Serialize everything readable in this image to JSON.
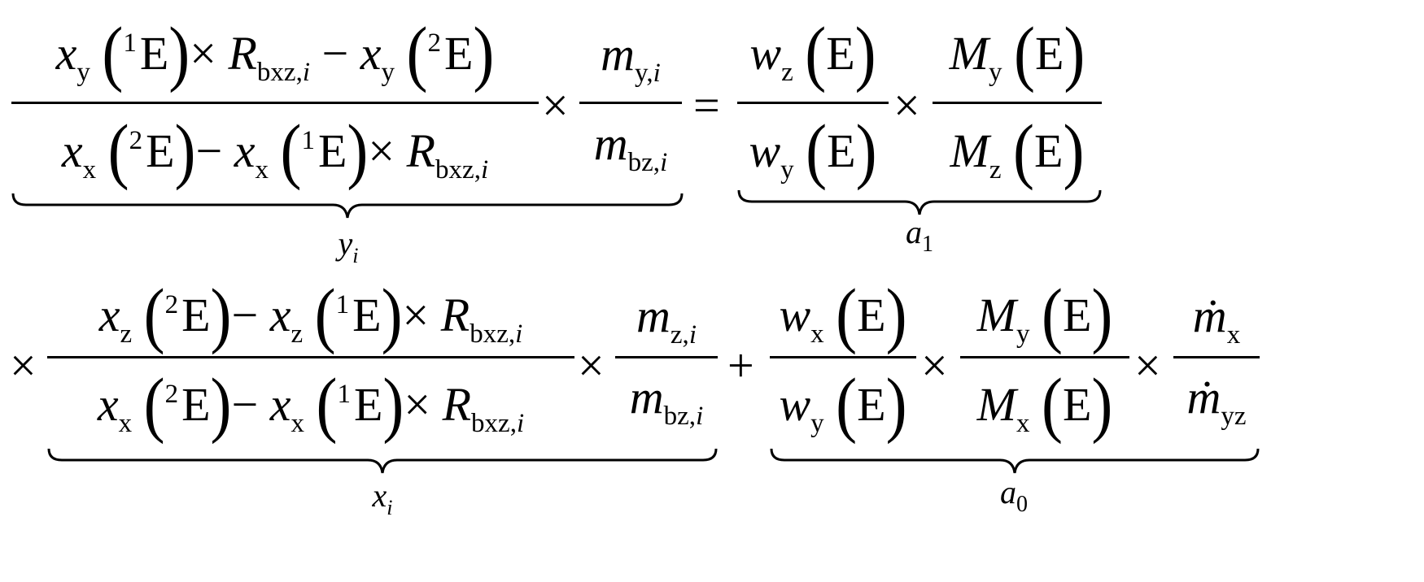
{
  "equation": {
    "row1": {
      "lhs_frac1": {
        "num": {
          "var": "x",
          "sub1": "y",
          "sup1": "1",
          "E1": "E",
          "times": "×",
          "R": "R",
          "Rsub": "bxz,",
          "Rsubi": "i",
          "minus": "−",
          "var2": "x",
          "sub2": "y",
          "sup2": "2",
          "E2": "E"
        },
        "den": {
          "var": "x",
          "sub1": "x",
          "sup1": "2",
          "E1": "E",
          "minus": "−",
          "var2": "x",
          "sub2": "x",
          "sup2": "1",
          "E2": "E",
          "times": "×",
          "R": "R",
          "Rsub": "bxz,",
          "Rsubi": "i"
        }
      },
      "times1": "×",
      "lhs_frac2": {
        "num_var": "m",
        "num_sub": "y,",
        "num_subi": "i",
        "den_var": "m",
        "den_sub": "bz,",
        "den_subi": "i"
      },
      "equals": "=",
      "rhs_frac1": {
        "num_var": "w",
        "num_sub": "z",
        "num_E": "E",
        "den_var": "w",
        "den_sub": "y",
        "den_E": "E"
      },
      "times2": "×",
      "rhs_frac2": {
        "num_var": "M",
        "num_sub": "y",
        "num_E": "E",
        "den_var": "M",
        "den_sub": "z",
        "den_E": "E"
      },
      "brace_left_label": {
        "var": "y",
        "sub": "i"
      },
      "brace_right_label": {
        "var": "a",
        "sub": "1"
      }
    },
    "row2": {
      "lead_times": "×",
      "frac1": {
        "num": {
          "var": "x",
          "sub1": "z",
          "sup1": "2",
          "E1": "E",
          "minus": "−",
          "var2": "x",
          "sub2": "z",
          "sup2": "1",
          "E2": "E",
          "times": "×",
          "R": "R",
          "Rsub": "bxz,",
          "Rsubi": "i"
        },
        "den": {
          "var": "x",
          "sub1": "x",
          "sup1": "2",
          "E1": "E",
          "minus": "−",
          "var2": "x",
          "sub2": "x",
          "sup2": "1",
          "E2": "E",
          "times": "×",
          "R": "R",
          "Rsub": "bxz,",
          "Rsubi": "i"
        }
      },
      "times1": "×",
      "frac2": {
        "num_var": "m",
        "num_sub": "z,",
        "num_subi": "i",
        "den_var": "m",
        "den_sub": "bz,",
        "den_subi": "i"
      },
      "plus": "+",
      "frac3": {
        "num_var": "w",
        "num_sub": "x",
        "num_E": "E",
        "den_var": "w",
        "den_sub": "y",
        "den_E": "E"
      },
      "times2": "×",
      "frac4": {
        "num_var": "M",
        "num_sub": "y",
        "num_E": "E",
        "den_var": "M",
        "den_sub": "x",
        "den_E": "E"
      },
      "times3": "×",
      "frac5": {
        "num_var": "ṁ",
        "num_sub": "x",
        "den_var": "ṁ",
        "den_sub": "yz"
      },
      "brace_left_label": {
        "var": "x",
        "sub": "i"
      },
      "brace_right_label": {
        "var": "a",
        "sub": "0"
      }
    }
  }
}
